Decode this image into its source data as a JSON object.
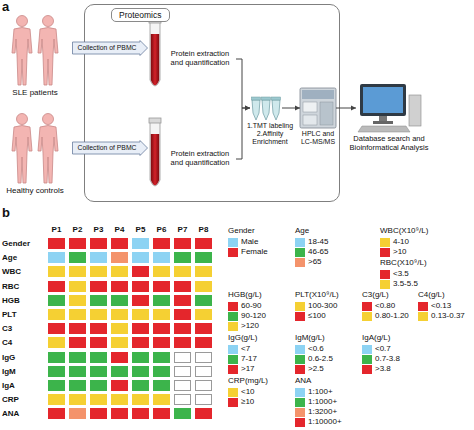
{
  "diagram": {
    "nodes": [
      {
        "text": [
          "Proteomics"
        ]
      },
      {
        "text": [
          "SLE patients"
        ]
      },
      {
        "text": [
          "Collection of PBMC"
        ]
      },
      {
        "text": [
          "Healthy controls"
        ]
      },
      {
        "text": [
          "Collection of PBMC"
        ]
      },
      {
        "text": [
          "Protein extraction and quantification"
        ],
        "in": 0
      },
      {
        "text": [
          "Protein extraction and quantification"
        ],
        "in": 0
      },
      {
        "text": [
          "1.TMT labeling 2.Affinity Enrichment"
        ],
        "in": 0
      },
      {
        "text": [
          "HPLC and LC-MS/MS"
        ],
        "in": 0
      },
      {
        "text": [
          "Database search and Bioinformatical Analysis"
        ]
      }
    ],
    "edges": [
      {
        "from": 5,
        "to": 7,
        "arrow": "to"
      },
      {
        "from": 6,
        "to": 7,
        "arrow": "to"
      },
      {
        "from": 7,
        "to": 8,
        "arrow": "to"
      },
      {
        "from": 8,
        "to": 9,
        "arrow": "to"
      }
    ],
    "labels": [
      "a",
      "b",
      "P1",
      "P2",
      "P3",
      "P4",
      "P5",
      "P6",
      "P7",
      "P8",
      "Gender",
      "Age",
      "WBC",
      "RBC",
      "HGB",
      "PLT",
      "C3",
      "C4",
      "IgG",
      "IgM",
      "IgA",
      "CRP",
      "ANA",
      "Gender",
      "Age",
      "WBC(X10⁹/L)",
      "RBC(X10⁹/L)",
      "HGB(g/L)",
      "PLT(X10⁹/L)",
      "C3(g/L)",
      "C4(g/L)",
      "IgG(g/L)",
      "IgM(g/L)",
      "IgA(g/L)",
      "CRP(mg/L)",
      "ANA"
    ],
    "legend": [
      {
        "text": "Male",
        "color": "#8dd3f3"
      },
      {
        "text": "Female",
        "color": "#e4262c"
      },
      {
        "text": "18-45",
        "color": "#8dd3f3"
      },
      {
        "text": "46-65",
        "color": "#3cb44b"
      },
      {
        "text": ">65",
        "color": "#f4936b"
      },
      {
        "text": "4-10",
        "color": "#f5d033"
      },
      {
        "text": ">10",
        "color": "#e4262c"
      },
      {
        "text": "<3.5",
        "color": "#e4262c"
      },
      {
        "text": "3.5-5.5",
        "color": "#f5d033"
      },
      {
        "text": "60-90",
        "color": "#e4262c"
      },
      {
        "text": "90-120",
        "color": "#3cb44b"
      },
      {
        "text": ">120",
        "color": "#f5d033"
      },
      {
        "text": "100-300",
        "color": "#f5d033"
      },
      {
        "text": "≤100",
        "color": "#e4262c"
      },
      {
        "text": "<0.80",
        "color": "#e4262c"
      },
      {
        "text": "0.80-1.20",
        "color": "#f5d033"
      },
      {
        "text": "<0.13",
        "color": "#e4262c"
      },
      {
        "text": "0.13-0.37",
        "color": "#f5d033"
      },
      {
        "text": "<7",
        "color": "#8dd3f3"
      },
      {
        "text": "7-17",
        "color": "#3cb44b"
      },
      {
        "text": ">17",
        "color": "#e4262c"
      },
      {
        "text": "<0.6",
        "color": "#8dd3f3"
      },
      {
        "text": "0.6-2.5",
        "color": "#3cb44b"
      },
      {
        "text": ">2.5",
        "color": "#e4262c"
      },
      {
        "text": "<0.7",
        "color": "#8dd3f3"
      },
      {
        "text": "0.7-3.8",
        "color": "#3cb44b"
      },
      {
        "text": ">3.8",
        "color": "#e4262c"
      },
      {
        "text": "<10",
        "color": "#f5d033"
      },
      {
        "text": "≥10",
        "color": "#e4262c"
      },
      {
        "text": "1:100+",
        "color": "#8dd3f3"
      },
      {
        "text": "1:1000+",
        "color": "#3cb44b"
      },
      {
        "text": "1:3200+",
        "color": "#f4936b"
      },
      {
        "text": "1:10000+",
        "color": "#e4262c"
      }
    ]
  }
}
